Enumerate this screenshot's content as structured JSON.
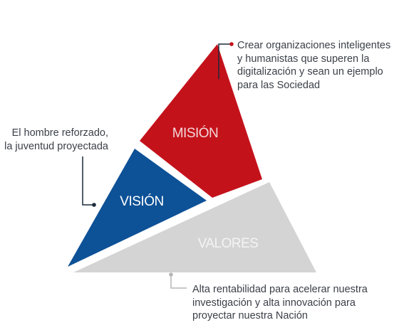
{
  "colors": {
    "mision": "#c4121b",
    "vision": "#0d5197",
    "valores": "#d4d4d4",
    "label_mision": "#f3d7d7",
    "label_vision": "#ffffff",
    "label_valores": "#f4f4f4",
    "connector_dark": "#1c2a3a",
    "connector_red": "#c4121b",
    "connector_gray": "#b5b5b5",
    "text": "#3a3f47"
  },
  "segments": {
    "mision": {
      "label": "MISIÓN",
      "description": [
        "Crear organizaciones inteligentes",
        "y humanistas que superen la",
        "digitalización y sean un ejemplo",
        "para las Sociedad"
      ]
    },
    "vision": {
      "label": "VISIÓN",
      "description": [
        "El hombre reforzado,",
        "la juventud proyectada"
      ]
    },
    "valores": {
      "label": "VALORES",
      "description": [
        "Alta rentabilidad para acelerar nuestra",
        "investigación y alta innovación para",
        "proyectar nuestra Nación"
      ]
    }
  }
}
